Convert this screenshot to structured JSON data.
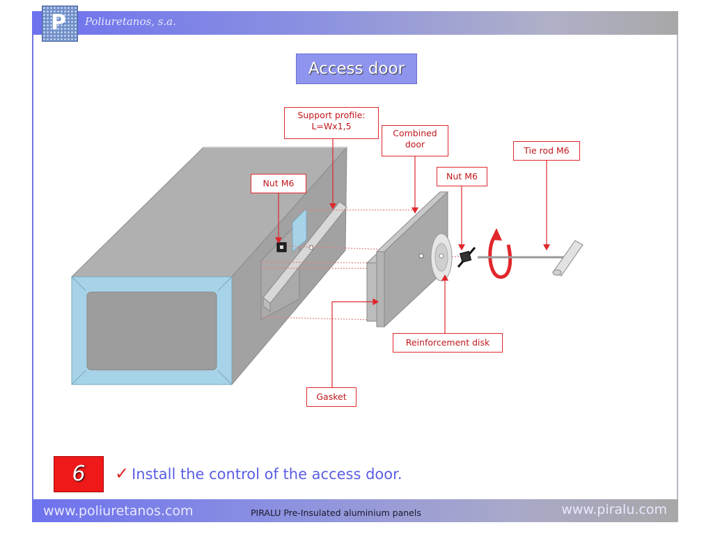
{
  "header": {
    "company": "Poliuretanos, s.a.",
    "logo_letter": "P"
  },
  "title": "Access door",
  "labels": {
    "support_profile": [
      "Support profile:",
      "L=Wx1,5"
    ],
    "combined_door": [
      "Combined",
      "door"
    ],
    "tie_rod": "Tie rod M6",
    "nut_left": "Nut M6",
    "nut_right": "Nut M6",
    "reinforcement_disk": "Reinforcement disk",
    "gasket": "Gasket"
  },
  "step": {
    "number": "6",
    "check": "✓",
    "text": "Install the control of the access door."
  },
  "footer": {
    "left": "www.poliuretanos.com",
    "middle": "PIRALU Pre-Insulated aluminium panels",
    "right": "www.piralu.com"
  },
  "colors": {
    "accent": "#6d72ee",
    "label_red": "#e0262b",
    "step_red": "#f01919",
    "duct_grey": "#a9a9a9",
    "insulation_blue": "#a7d3e8"
  }
}
